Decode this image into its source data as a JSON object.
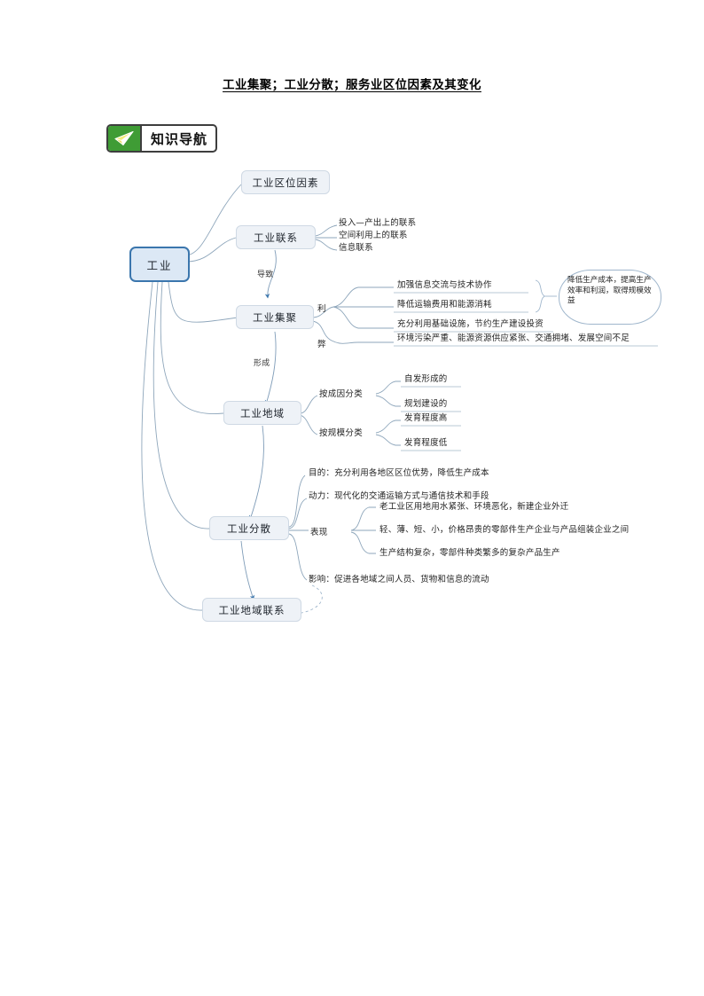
{
  "document": {
    "title": "工业集聚；工业分散；服务业区位因素及其变化"
  },
  "badge": {
    "label": "知识导航",
    "icon": "paper-plane-icon",
    "icon_background": "#3f9c35",
    "border_color": "#3e3e3e"
  },
  "colors": {
    "root_border": "#3b76ad",
    "root_fill": "#dce8f5",
    "node_fill": "#eef2f7",
    "node_border": "#cfd9e4",
    "connector": "#8ea6bb",
    "arrow": "#3b76ad"
  },
  "mindmap": {
    "root": "工业",
    "nodes": {
      "location_factors": "工业区位因素",
      "industrial_links": "工业联系",
      "agglomeration": "工业集聚",
      "industrial_region": "工业地域",
      "dispersion": "工业分散",
      "regional_links": "工业地域联系"
    },
    "edge_labels": {
      "leads_to": "导致",
      "forms": "形成"
    },
    "industrial_links_items": [
      "投入—产出上的联系",
      "空间利用上的联系",
      "信息联系"
    ],
    "agglomeration": {
      "pros_label": "利",
      "pros": [
        "加强信息交流与技术协作",
        "降低运输费用和能源消耗",
        "充分利用基础设施，节约生产建设投资"
      ],
      "pros_result": "降低生产成本，提高生产效率和利润，取得规模效益",
      "cons_label": "弊",
      "cons": [
        "环境污染严重、能源资源供应紧张、交通拥堵、发展空间不足"
      ]
    },
    "industrial_region": {
      "by_cause_label": "按成因分类",
      "by_cause": [
        "自发形成的",
        "规划建设的"
      ],
      "by_scale_label": "按规模分类",
      "by_scale": [
        "发育程度高",
        "发育程度低"
      ]
    },
    "dispersion": {
      "purpose": "目的：充分利用各地区区位优势，降低生产成本",
      "driver": "动力：现代化的交通运输方式与通信技术和手段",
      "manifestation_label": "表现",
      "manifestations": [
        "老工业区用地用水紧张、环境恶化，新建企业外迁",
        "轻、薄、短、小，价格昂贵的零部件生产企业与产品组装企业之间",
        "生产结构复杂，零部件种类繁多的复杂产品生产"
      ],
      "influence": "影响：促进各地域之间人员、货物和信息的流动"
    }
  }
}
